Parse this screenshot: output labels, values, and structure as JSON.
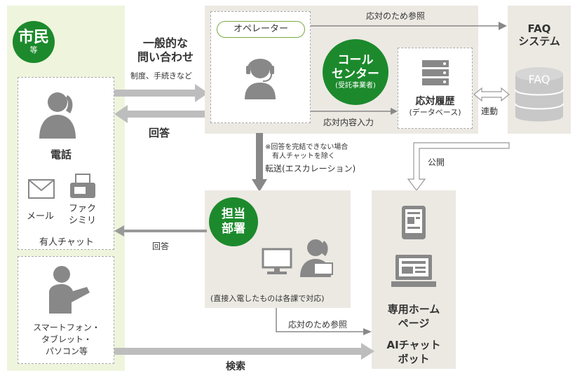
{
  "citizen": {
    "title": "市民",
    "suffix": "等"
  },
  "left": {
    "phone_label": "電話",
    "mail_label": "メール",
    "fax_label": "ファク\nシミリ",
    "chat_label": "有人チャット",
    "devices_label": "スマートフォン・\nタブレット・\nパソコン等"
  },
  "inquiry": {
    "title": "一般的な\n問い合わせ",
    "sub": "制度、手続きなど"
  },
  "reply_main": "回答",
  "reply_dept": "回答",
  "search": "検索",
  "call_center": {
    "operator": "オペレーター",
    "title": "コール\nセンター",
    "sub": "(受託事業者)",
    "history_title": "応対履歴",
    "history_sub": "(データベース)",
    "ref_label": "応対のため参照",
    "input_label": "応対内容入力"
  },
  "faq": {
    "title": "FAQ\nシステム",
    "db_label": "FAQ",
    "link_label": "連動",
    "publish_label": "公開"
  },
  "escalation": {
    "note": "※回答を完結できない場合\n　有人チャットを除く",
    "label": "転送(エスカレーション)"
  },
  "department": {
    "title": "担当\n部署",
    "note": "(直接入電したものは各課で対応)",
    "ref_label": "応対のため参照"
  },
  "website": {
    "title": "専用ホーム\nページ",
    "chatbot": "AIチャット\nボット"
  },
  "colors": {
    "green": "#1c8a2c",
    "panel": "#eef5dc",
    "gray_box": "#ece9e3",
    "arrow": "#bdbdbd"
  }
}
